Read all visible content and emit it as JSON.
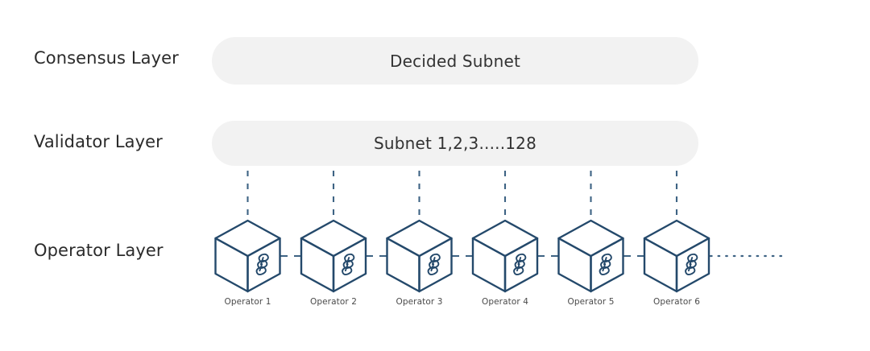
{
  "diagram": {
    "title_rows": [
      {
        "id": "consensus",
        "label": "Consensus Layer"
      },
      {
        "id": "validator",
        "label": "Validator Layer"
      },
      {
        "id": "operator",
        "label": "Operator Layer"
      }
    ],
    "pills": [
      {
        "id": "decided-subnet",
        "text": "Decided Subnet"
      },
      {
        "id": "subnet-range",
        "text": "Subnet 1,2,3.....128"
      }
    ],
    "operators": [
      {
        "label": "Operator 1",
        "icon": "cube-blockchain-icon"
      },
      {
        "label": "Operator 2",
        "icon": "cube-blockchain-icon"
      },
      {
        "label": "Operator 3",
        "icon": "cube-blockchain-icon"
      },
      {
        "label": "Operator 4",
        "icon": "cube-blockchain-icon"
      },
      {
        "label": "Operator 5",
        "icon": "cube-blockchain-icon"
      },
      {
        "label": "Operator 6",
        "icon": "cube-blockchain-icon"
      }
    ],
    "continuation": "…………",
    "colors": {
      "stroke": "#24496b",
      "pill_background": "#f2f2f2",
      "label_text": "#2b2b2b",
      "pill_text": "#333333",
      "caption_text": "#4a4a4a",
      "page_background": "#ffffff"
    }
  }
}
